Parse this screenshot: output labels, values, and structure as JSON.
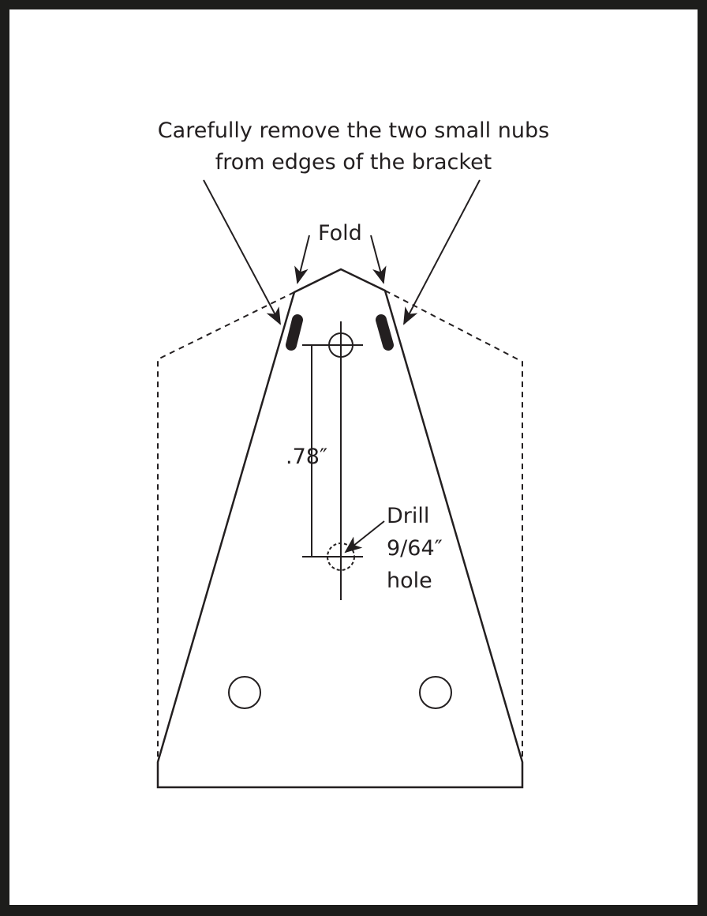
{
  "caption": {
    "line1": "Carefully remove the two small nubs",
    "line2": "from edges of the bracket"
  },
  "fold_label": "Fold",
  "dimension_label": ".78″",
  "drill_label": {
    "line1": "Drill",
    "line2": "9/64″",
    "line3": "hole"
  },
  "colors": {
    "ink": "#231f20",
    "frame": "#1d1d1b",
    "background": "#ffffff"
  }
}
